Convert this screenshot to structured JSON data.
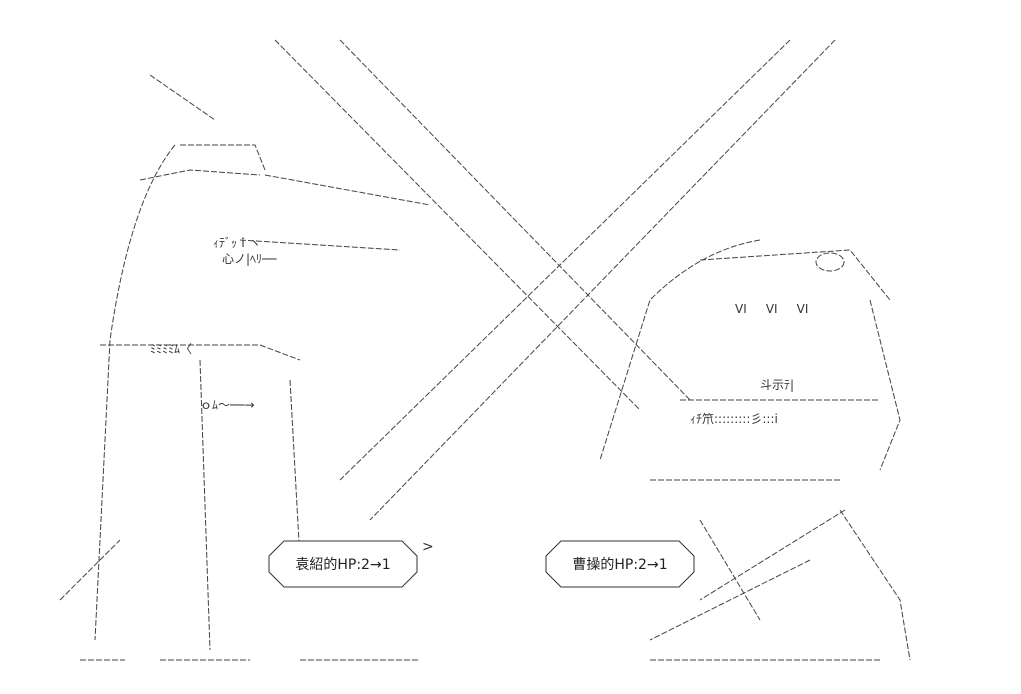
{
  "left_label": {
    "text": "袁紹的HP:2→1"
  },
  "right_label": {
    "text": "曹操的HP:2→1"
  },
  "art_fragments": {
    "left_eye": "ｨﾃﾞｯｉヽ",
    "left_mouth": "心ノ|ﾍﾘ──",
    "left_collar": "ﾐﾐﾐﾐﾑ〈",
    "left_chest": "ｏﾑ～──→",
    "right_face": "斗示ﾃ|",
    "right_face2": "ｨﾁ笊:::::::::彡:::i",
    "right_vi": "VI     VI     VI"
  }
}
